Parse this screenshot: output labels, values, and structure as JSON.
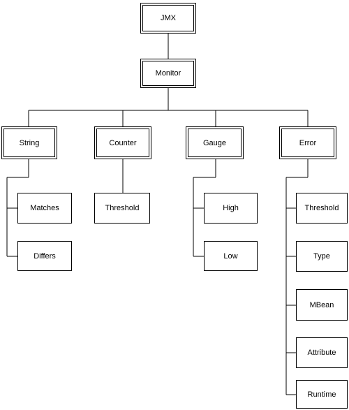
{
  "diagram": {
    "root": "JMX",
    "monitor": "Monitor",
    "categories": {
      "string": {
        "label": "String",
        "children": [
          "Matches",
          "Differs"
        ]
      },
      "counter": {
        "label": "Counter",
        "children": [
          "Threshold"
        ]
      },
      "gauge": {
        "label": "Gauge",
        "children": [
          "High",
          "Low"
        ]
      },
      "error": {
        "label": "Error",
        "children": [
          "Threshold",
          "Type",
          "MBean",
          "Attribute",
          "Runtime"
        ]
      }
    }
  },
  "colors": {
    "line": "#000000",
    "box_fill": "#ffffff",
    "text": "#000000"
  }
}
